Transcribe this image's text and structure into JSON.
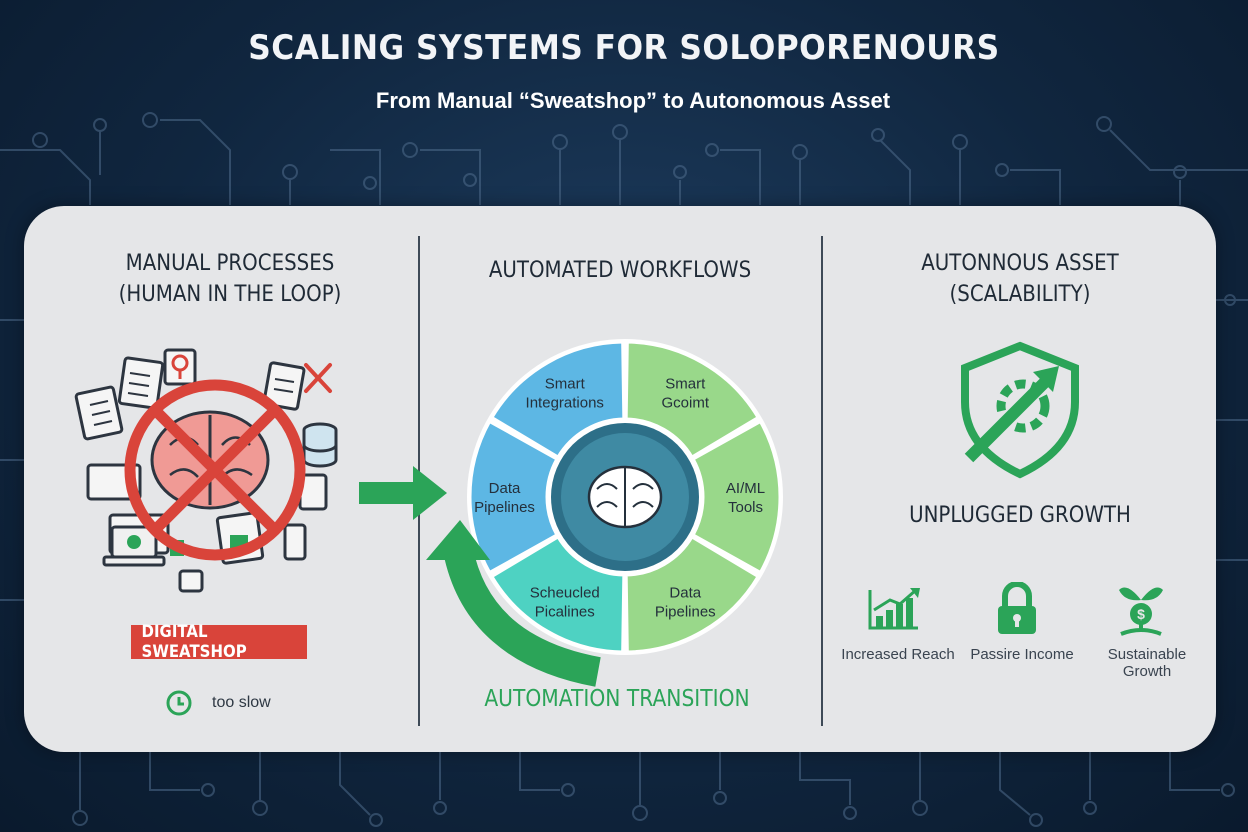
{
  "header": {
    "title": "SCALING SYSTEMS FOR SOLOPORENOURS",
    "subtitle": "From Manual “Sweatshop” to Autonomous Asset"
  },
  "columns": {
    "manual": {
      "heading_line1": "MANUAL PROCESSES",
      "heading_line2": "(HUMAN IN THE LOOP)",
      "badge": "DIGITAL SWEATSHOP",
      "speed_note": "too slow"
    },
    "automated": {
      "heading": "AUTOMATED WORKFLOWS",
      "segments": [
        {
          "line1": "Smart",
          "line2": "Integrations",
          "color": "#5db7e4"
        },
        {
          "line1": "Smart",
          "line2": "Gcoimt",
          "color": "#99d88a"
        },
        {
          "line1": "AI/ML",
          "line2": "Tools",
          "color": "#99d88a"
        },
        {
          "line1": "Data",
          "line2": "Pipelines",
          "color": "#99d88a"
        },
        {
          "line1": "Scheucled",
          "line2": "Picalines",
          "color": "#4ed2c2"
        },
        {
          "line1": "Data",
          "line2": "Pipelines",
          "color": "#5db7e4"
        }
      ],
      "transition_label": "AUTOMATION TRANSITION"
    },
    "autonomous": {
      "heading_line1": "AUTONNOUS ASSET",
      "heading_line2": "(SCALABILITY)",
      "growth_title": "UNPLUGGED GROWTH",
      "benefits": [
        "Increased Reach",
        "Passire Income",
        "Sustainable Growth"
      ]
    }
  },
  "colors": {
    "accent_green": "#2ba458",
    "warning_red": "#d9443a",
    "panel_bg": "#e5e6e8",
    "page_bg": "#10263f"
  },
  "icons": [
    "brain-icon",
    "prohibited-icon",
    "document-icon",
    "clock-icon",
    "shield-gear-icon",
    "bar-chart-icon",
    "padlock-icon",
    "money-plant-icon",
    "arrow-right-icon",
    "curved-arrow-icon"
  ]
}
